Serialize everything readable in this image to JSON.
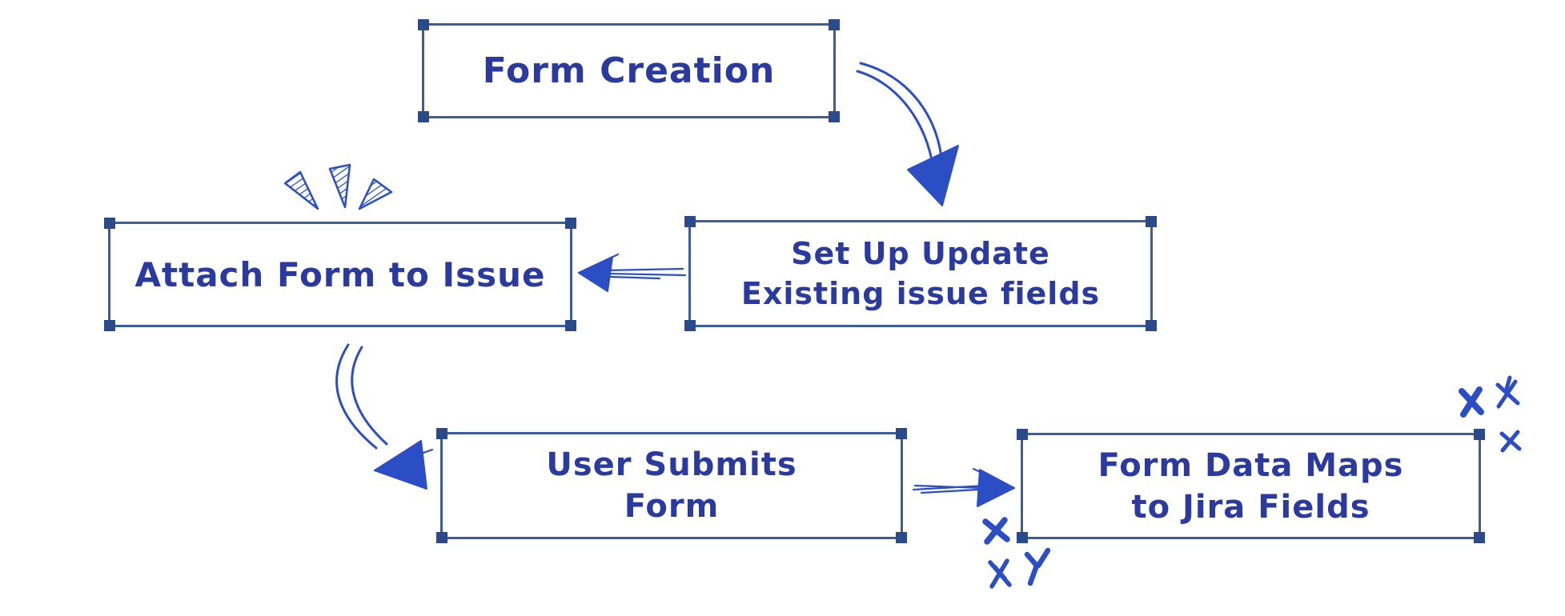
{
  "colors": {
    "ink": "#2b3a9e",
    "box_border": "#3d5c9a",
    "handle": "#2b4a8a",
    "sketch": "#2b4ec4",
    "background": "#ffffff"
  },
  "diagram": {
    "style": "hand-drawn-sketch",
    "nodes": [
      {
        "id": "form-creation",
        "lines": [
          "Form Creation"
        ]
      },
      {
        "id": "set-up-update",
        "lines": [
          "Set Up Update",
          "Existing issue fields"
        ]
      },
      {
        "id": "attach-form-to-issue",
        "lines": [
          "Attach Form to Issue"
        ]
      },
      {
        "id": "user-submits-form",
        "lines": [
          "User Submits",
          "Form"
        ]
      },
      {
        "id": "form-data-maps",
        "lines": [
          "Form Data Maps",
          "to Jira Fields"
        ]
      }
    ],
    "connectors": [
      {
        "from": "form-creation",
        "to": "set-up-update",
        "style": "curved-sketch-arrow"
      },
      {
        "from": "set-up-update",
        "to": "attach-form-to-issue",
        "style": "straight-sketch-arrow"
      },
      {
        "from": "attach-form-to-issue",
        "to": "user-submits-form",
        "style": "curved-sketch-arrow"
      },
      {
        "from": "user-submits-form",
        "to": "form-data-maps",
        "style": "straight-sketch-arrow"
      }
    ],
    "decorations": [
      {
        "type": "emphasis-marks",
        "near": "attach-form-to-issue",
        "count": 3
      },
      {
        "type": "sparkle-stars",
        "near": "form-data-maps",
        "count": 6
      }
    ]
  }
}
